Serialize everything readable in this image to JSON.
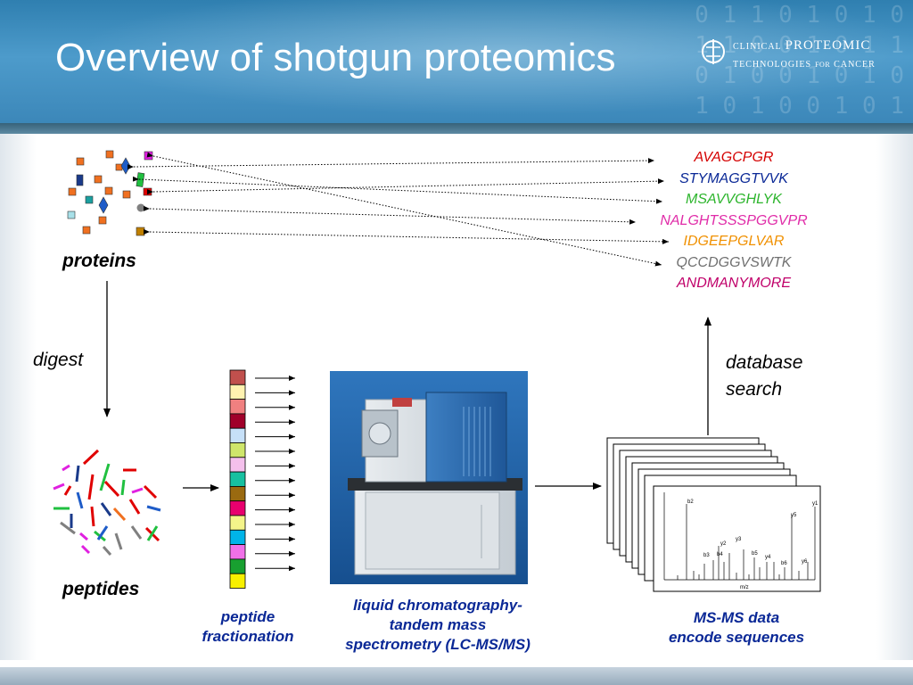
{
  "header": {
    "title": "Overview of shotgun proteomics",
    "logo": {
      "line1_prefix": "CLINICAL",
      "line1_main": "PROTEOMIC",
      "line2_main": "TECHNOLOGIES",
      "line2_small": "FOR",
      "line2_end": "CANCER"
    }
  },
  "labels": {
    "proteins": "proteins",
    "digest": "digest",
    "peptides": "peptides",
    "database": "database",
    "search": "search",
    "peptide_fractionation_1": "peptide",
    "peptide_fractionation_2": "fractionation",
    "lcms_1": "liquid chromatography-",
    "lcms_2": "tandem mass",
    "lcms_3": "spectrometry (LC-MS/MS)",
    "msms_1": "MS-MS data",
    "msms_2": "encode sequences"
  },
  "sequences": [
    {
      "text": "AVAGCPGR",
      "color": "#d40000"
    },
    {
      "text": "STYMAGGTVVK",
      "color": "#0a2896"
    },
    {
      "text": "MSAVVGHLYK",
      "color": "#2db52d"
    },
    {
      "text": "NALGHTSSSPGGVPR",
      "color": "#e02ca8"
    },
    {
      "text": "IDGEEPGLVAR",
      "color": "#f09000"
    },
    {
      "text": "QCCDGGVSWTK",
      "color": "#707070"
    },
    {
      "text": "ANDMANYMORE",
      "color": "#c0006a"
    }
  ],
  "spectrum": {
    "ions": [
      "b2",
      "y1",
      "b3",
      "y2",
      "y3",
      "b4",
      "b5",
      "y4",
      "y5",
      "b6",
      "y6"
    ],
    "xaxis_label": "m/z"
  },
  "colors": {
    "header_blue": "#3b86b8",
    "caption_blue": "#0a2896",
    "fraction_strip": [
      "#c0504d",
      "#fff2b0",
      "#f08080",
      "#a0002a",
      "#c6e0f8",
      "#cfe66b",
      "#f4c0ec",
      "#18c0a0",
      "#9a6a10",
      "#e8006e",
      "#f4f48a",
      "#00b4e8",
      "#f070e8",
      "#18a030",
      "#f8f000"
    ]
  }
}
